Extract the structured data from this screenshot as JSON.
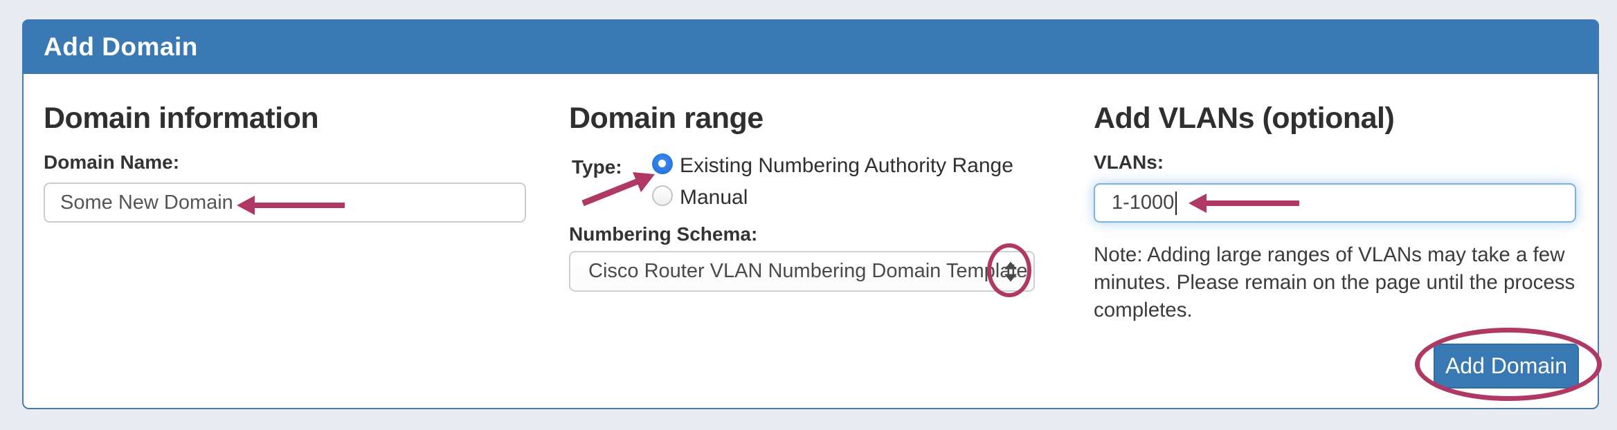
{
  "colors": {
    "page_bg": "#e9edf1",
    "header_bg": "#3a79b4",
    "panel_border": "#4a7aa9",
    "button_bg": "#3879b3",
    "button_border": "#2e6da4",
    "annotation": "#b03865",
    "focus_border": "#7db3de"
  },
  "panel": {
    "title": "Add Domain"
  },
  "domain_information": {
    "heading": "Domain information",
    "domain_name_label": "Domain Name:",
    "domain_name_value": "Some New Domain"
  },
  "domain_range": {
    "heading": "Domain range",
    "type_label": "Type:",
    "type_options": [
      {
        "label": "Existing Numbering Authority Range",
        "selected": true
      },
      {
        "label": "Manual",
        "selected": false
      }
    ],
    "numbering_schema_label": "Numbering Schema:",
    "numbering_schema_value": "Cisco Router VLAN Numbering Domain Template"
  },
  "add_vlans": {
    "heading": "Add VLANs (optional)",
    "vlans_label": "VLANs:",
    "vlans_value": "1-1000",
    "note": "Note: Adding large ranges of VLANs may take a few minutes. Please remain on the page until the process completes.",
    "add_domain_button": "Add Domain"
  }
}
